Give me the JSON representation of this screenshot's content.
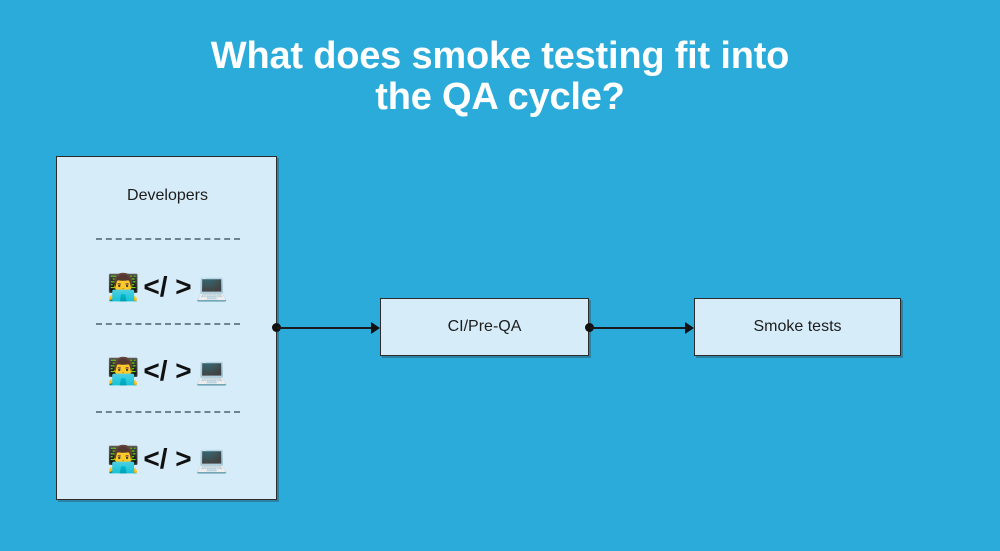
{
  "slide": {
    "title": "What does smoke testing fit into\nthe QA cycle?",
    "background_color": "#2BABDA",
    "box_fill_color": "#D6ECF8",
    "box_border_color": "#2C2C2C",
    "title_color": "#FFFFFF"
  },
  "diagram": {
    "type": "flow",
    "nodes": [
      {
        "id": "developers",
        "label": "Developers",
        "rows": [
          {
            "person_icon": "👨‍💻",
            "code": "</ >",
            "laptop_icon": "💻"
          },
          {
            "person_icon": "👨‍💻",
            "code": "</ >",
            "laptop_icon": "💻"
          },
          {
            "person_icon": "👨‍💻",
            "code": "</ >",
            "laptop_icon": "💻"
          }
        ]
      },
      {
        "id": "ci-pre-qa",
        "label": "CI/Pre-QA"
      },
      {
        "id": "smoke-tests",
        "label": "Smoke tests"
      }
    ],
    "edges": [
      {
        "from": "developers",
        "to": "ci-pre-qa"
      },
      {
        "from": "ci-pre-qa",
        "to": "smoke-tests"
      }
    ]
  }
}
